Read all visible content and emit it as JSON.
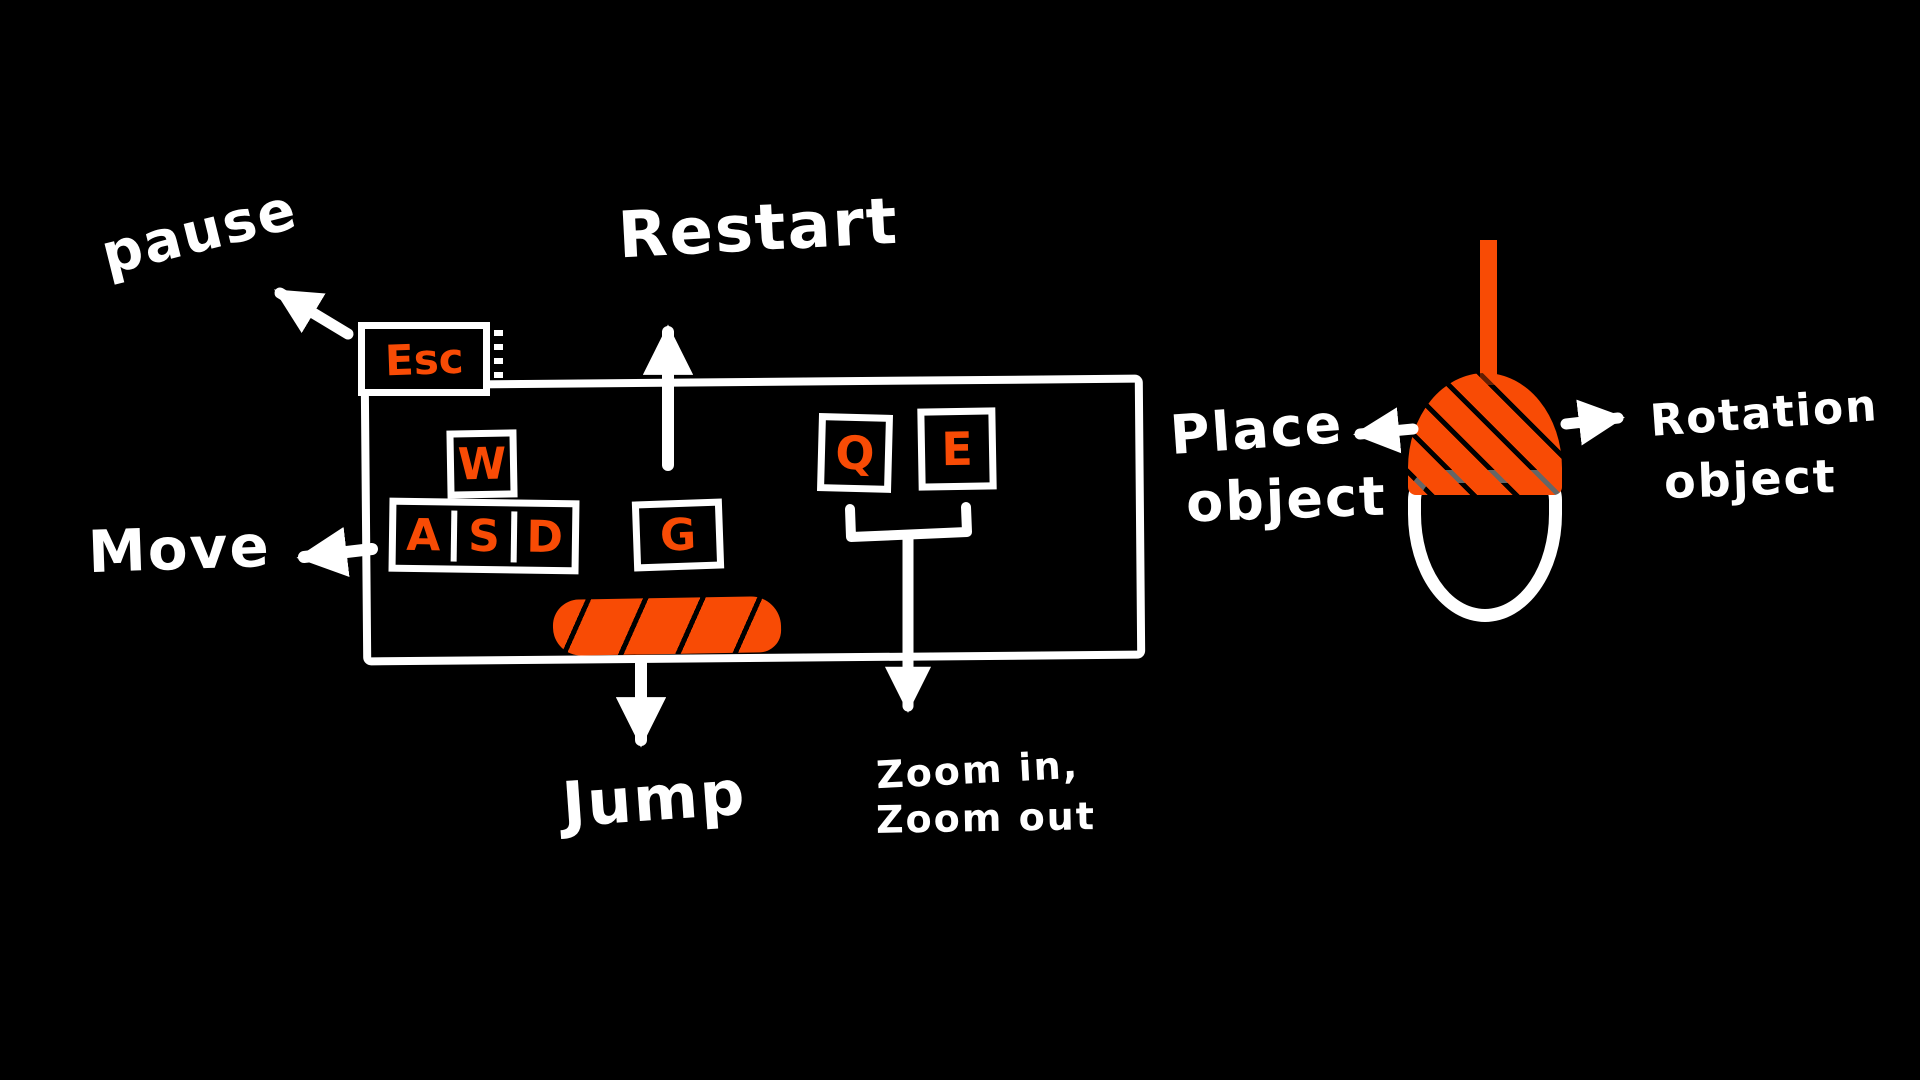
{
  "colors": {
    "background": "#000000",
    "ink": "#ffffff",
    "accent": "#f84b05"
  },
  "annotations": {
    "pause": {
      "label": "pause"
    },
    "restart": {
      "label": "Restart"
    },
    "move": {
      "label": "Move"
    },
    "jump": {
      "label": "Jump"
    },
    "zoom": {
      "line1": "Zoom in,",
      "line2": "Zoom out"
    },
    "place": {
      "line1": "Place",
      "line2": "object"
    },
    "rotation": {
      "line1": "Rotation",
      "line2": "object"
    }
  },
  "keyboard": {
    "esc": {
      "label": "Esc"
    },
    "w": {
      "label": "W"
    },
    "a": {
      "label": "A"
    },
    "s": {
      "label": "S"
    },
    "d": {
      "label": "D"
    },
    "g": {
      "label": "G"
    },
    "q": {
      "label": "Q"
    },
    "e": {
      "label": "E"
    }
  }
}
